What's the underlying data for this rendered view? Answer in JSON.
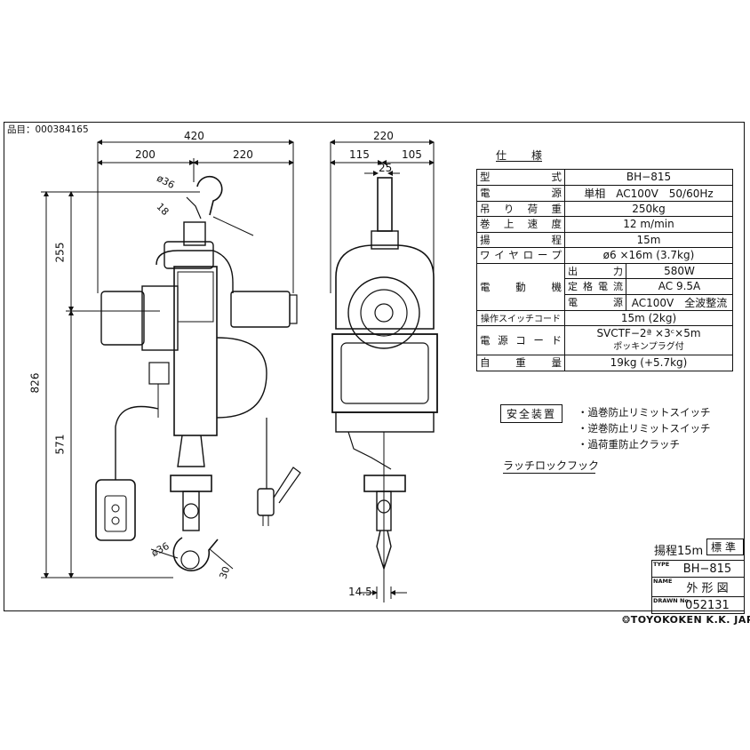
{
  "part_number": "品目：000384165",
  "dims": {
    "front_total_width": "420",
    "front_left_width": "200",
    "front_right_width": "220",
    "hook_dia_top": "ø36",
    "hook_opening_top": "18",
    "height_total": "826",
    "height_upper": "255",
    "height_lower": "571",
    "hook_dia_bottom": "ø36",
    "hook_opening_bottom": "30",
    "side_total_width": "220",
    "side_left_width": "115",
    "side_right_width": "105",
    "side_top_width": "25",
    "wire_offset": "14.5"
  },
  "spec": {
    "title": "仕　様",
    "rows": [
      {
        "key": "型　式",
        "value": "BH−815"
      },
      {
        "key": "電　源",
        "value": "単相　AC100V　50/60Hz"
      },
      {
        "key": "吊り荷重",
        "value": "250kg"
      },
      {
        "key": "巻上速度",
        "value": "12 m/min"
      },
      {
        "key": "揚　程",
        "value": "15m"
      },
      {
        "key": "ワイヤロープ",
        "value": "ø6 ×16m (3.7kg)"
      }
    ],
    "motor": {
      "key": "電動機",
      "rows": [
        {
          "key": "出　力",
          "value": "580W"
        },
        {
          "key": "定格電流",
          "value": "AC  9.5A"
        },
        {
          "key": "電　源",
          "value": "AC100V　全波整流"
        }
      ]
    },
    "rows2": [
      {
        "key": "操作スイッチコード",
        "value": "15m (2kg)"
      },
      {
        "key": "電源コード",
        "value": "SVCTF−2ª ×3ᶜ×5m",
        "value2": "ポッキンプラグ付"
      },
      {
        "key": "自　重　量",
        "value": "19kg (+5.7kg)"
      }
    ]
  },
  "safety": {
    "label": "安全装置",
    "items": [
      "・過巻防止リミットスイッチ",
      "・逆巻防止リミットスイッチ",
      "・過荷重防止クラッチ"
    ]
  },
  "latch_hook": "ラッチロックフック",
  "stroke": "揚程15m",
  "standard": "標準",
  "title_block": {
    "type_label": "TYPE",
    "type_value": "BH−815",
    "name_label": "NAME",
    "name_value": "外 形 図",
    "drawn_label": "DRAWN No.",
    "drawn_value": "052131"
  },
  "maker": "❂TOYOKOKEN  K.K. JAPAN"
}
